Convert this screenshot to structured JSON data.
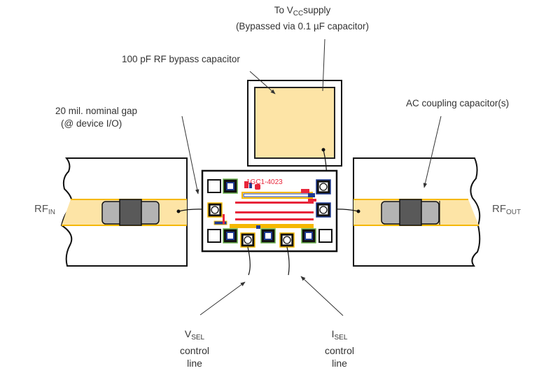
{
  "labels": {
    "vcc_supply": {
      "line1_prefix": "To V",
      "line1_sub": "CC",
      "line1_suffix": "supply",
      "line2": "(Bypassed via 0.1 µF capacitor)"
    },
    "bypass_cap": "100 pF RF bypass capacitor",
    "gap": {
      "line1": "20 mil. nominal gap",
      "line2": "(@ device I/O)"
    },
    "ac_coupling": "AC coupling capacitor(s)",
    "rf_in": {
      "main": "RF",
      "sub": "IN"
    },
    "rf_out": {
      "main": "RF",
      "sub": "OUT"
    },
    "vsel": {
      "main": "V",
      "sub": "SEL",
      "line2": "control",
      "line3": "line"
    },
    "isel": {
      "main": "I",
      "sub": "SEL",
      "line2": "control",
      "line3": "line"
    }
  },
  "chip": {
    "part_number": "1GC1-4023"
  },
  "colors": {
    "trace_fill": "#fde4a6",
    "trace_edge": "#f5b800",
    "cap_body": "#b3b3b3",
    "cap_center": "#595959",
    "chip_red": "#e8253a",
    "chip_blue": "#1f3b94",
    "chip_yellow": "#f5b800"
  }
}
